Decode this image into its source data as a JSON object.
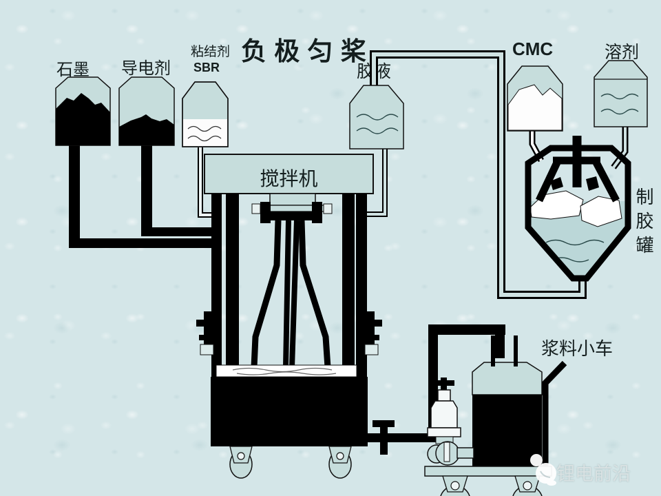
{
  "slide": {
    "title": "负 极 匀 桨",
    "watermark": "锂电前沿"
  },
  "labels": {
    "graphite": "石墨",
    "conductive_agent": "导电剂",
    "binder": "粘结剂",
    "binder_type": "SBR",
    "glue_solution": "胶液",
    "cmc": "CMC",
    "solvent": "溶剂",
    "mixer": "搅拌机",
    "glue_tank": "制胶罐",
    "slurry_cart": "浆料小车"
  },
  "colors": {
    "background": "#d4e6e8",
    "vessel_fill": "#c6dddc",
    "liquid_fill": "#bbd7d8",
    "content_white": "#ffffff",
    "line_black": "#000000",
    "watermark_text": "#d9e2e3"
  }
}
